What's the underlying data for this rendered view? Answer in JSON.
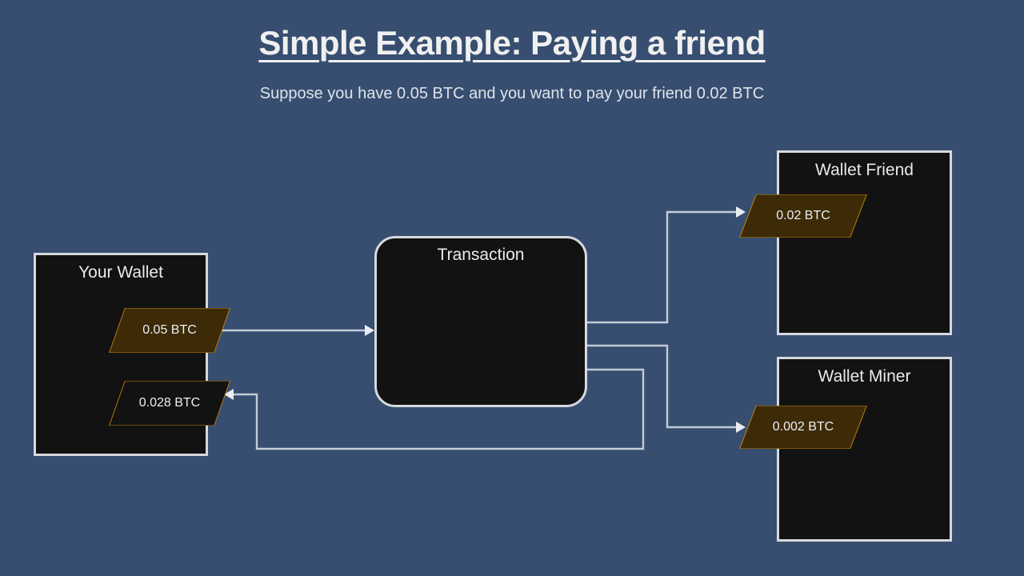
{
  "header": {
    "title": "Simple Example: Paying a friend",
    "subtitle": "Suppose you have 0.05 BTC and you want to pay your friend 0.02 BTC"
  },
  "colors": {
    "background": "#374e70",
    "node_fill": "#121212",
    "node_border": "#d6d9de",
    "utxo_border": "#c8860d",
    "utxo_fill": "#3d2b08",
    "connector": "#c3cbd8",
    "text": "#eceff3"
  },
  "nodes": {
    "your_wallet": {
      "title": "Your Wallet",
      "input_utxo": "0.05 BTC",
      "change_utxo": "0.028 BTC"
    },
    "transaction": {
      "title": "Transaction"
    },
    "wallet_friend": {
      "title": "Wallet Friend",
      "utxo": "0.02 BTC"
    },
    "wallet_miner": {
      "title": "Wallet Miner",
      "utxo": "0.002 BTC"
    }
  },
  "edges": [
    {
      "name": "spend",
      "from": "your_wallet.0.05 BTC",
      "to": "transaction",
      "label": ""
    },
    {
      "name": "pay-friend",
      "from": "transaction",
      "to": "wallet_friend.0.02 BTC",
      "label": ""
    },
    {
      "name": "miner-fee",
      "from": "transaction",
      "to": "wallet_miner.0.002 BTC",
      "label": ""
    },
    {
      "name": "change-return",
      "from": "transaction",
      "to": "your_wallet.0.028 BTC",
      "label": ""
    }
  ],
  "chart_data": {
    "type": "diagram",
    "title": "Simple Example: Paying a friend",
    "nodes": [
      {
        "id": "your_wallet",
        "label": "Your Wallet",
        "items": [
          "0.05 BTC",
          "0.028 BTC"
        ]
      },
      {
        "id": "transaction",
        "label": "Transaction",
        "items": []
      },
      {
        "id": "wallet_friend",
        "label": "Wallet Friend",
        "items": [
          "0.02 BTC"
        ]
      },
      {
        "id": "wallet_miner",
        "label": "Wallet Miner",
        "items": [
          "0.002 BTC"
        ]
      }
    ],
    "flows": [
      {
        "from": "your_wallet",
        "to": "transaction",
        "amount": 0.05,
        "unit": "BTC"
      },
      {
        "from": "transaction",
        "to": "wallet_friend",
        "amount": 0.02,
        "unit": "BTC"
      },
      {
        "from": "transaction",
        "to": "wallet_miner",
        "amount": 0.002,
        "unit": "BTC"
      },
      {
        "from": "transaction",
        "to": "your_wallet",
        "amount": 0.028,
        "unit": "BTC"
      }
    ]
  }
}
